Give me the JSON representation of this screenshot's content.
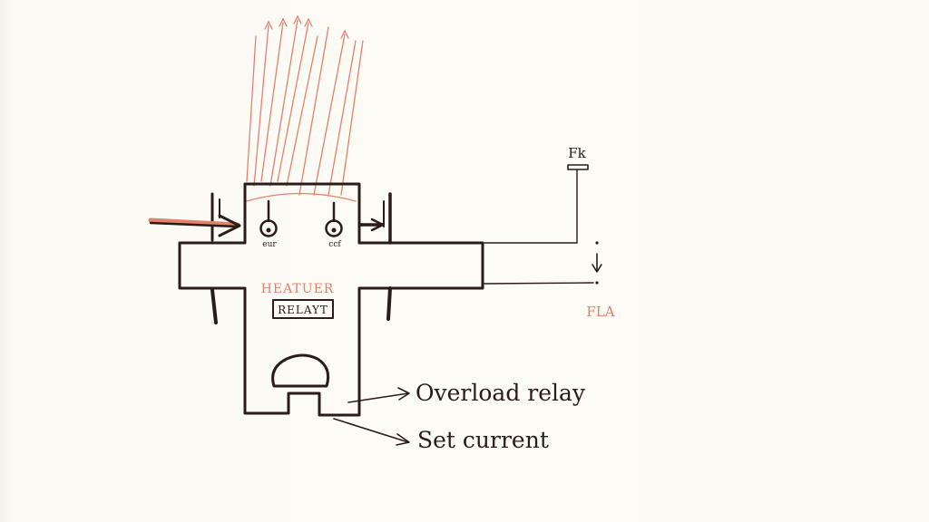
{
  "labels": {
    "heater": "HEATUER",
    "relay": "RELAYT",
    "terminal_left": "eur",
    "terminal_right": "ccf",
    "fk": "Fk",
    "fla": "FLA",
    "overload_relay": "Overload relay",
    "set_current": "Set current"
  },
  "colors": {
    "ink": "#2a1c18",
    "accent": "#e0826c",
    "paper": "#fbfaf3"
  }
}
